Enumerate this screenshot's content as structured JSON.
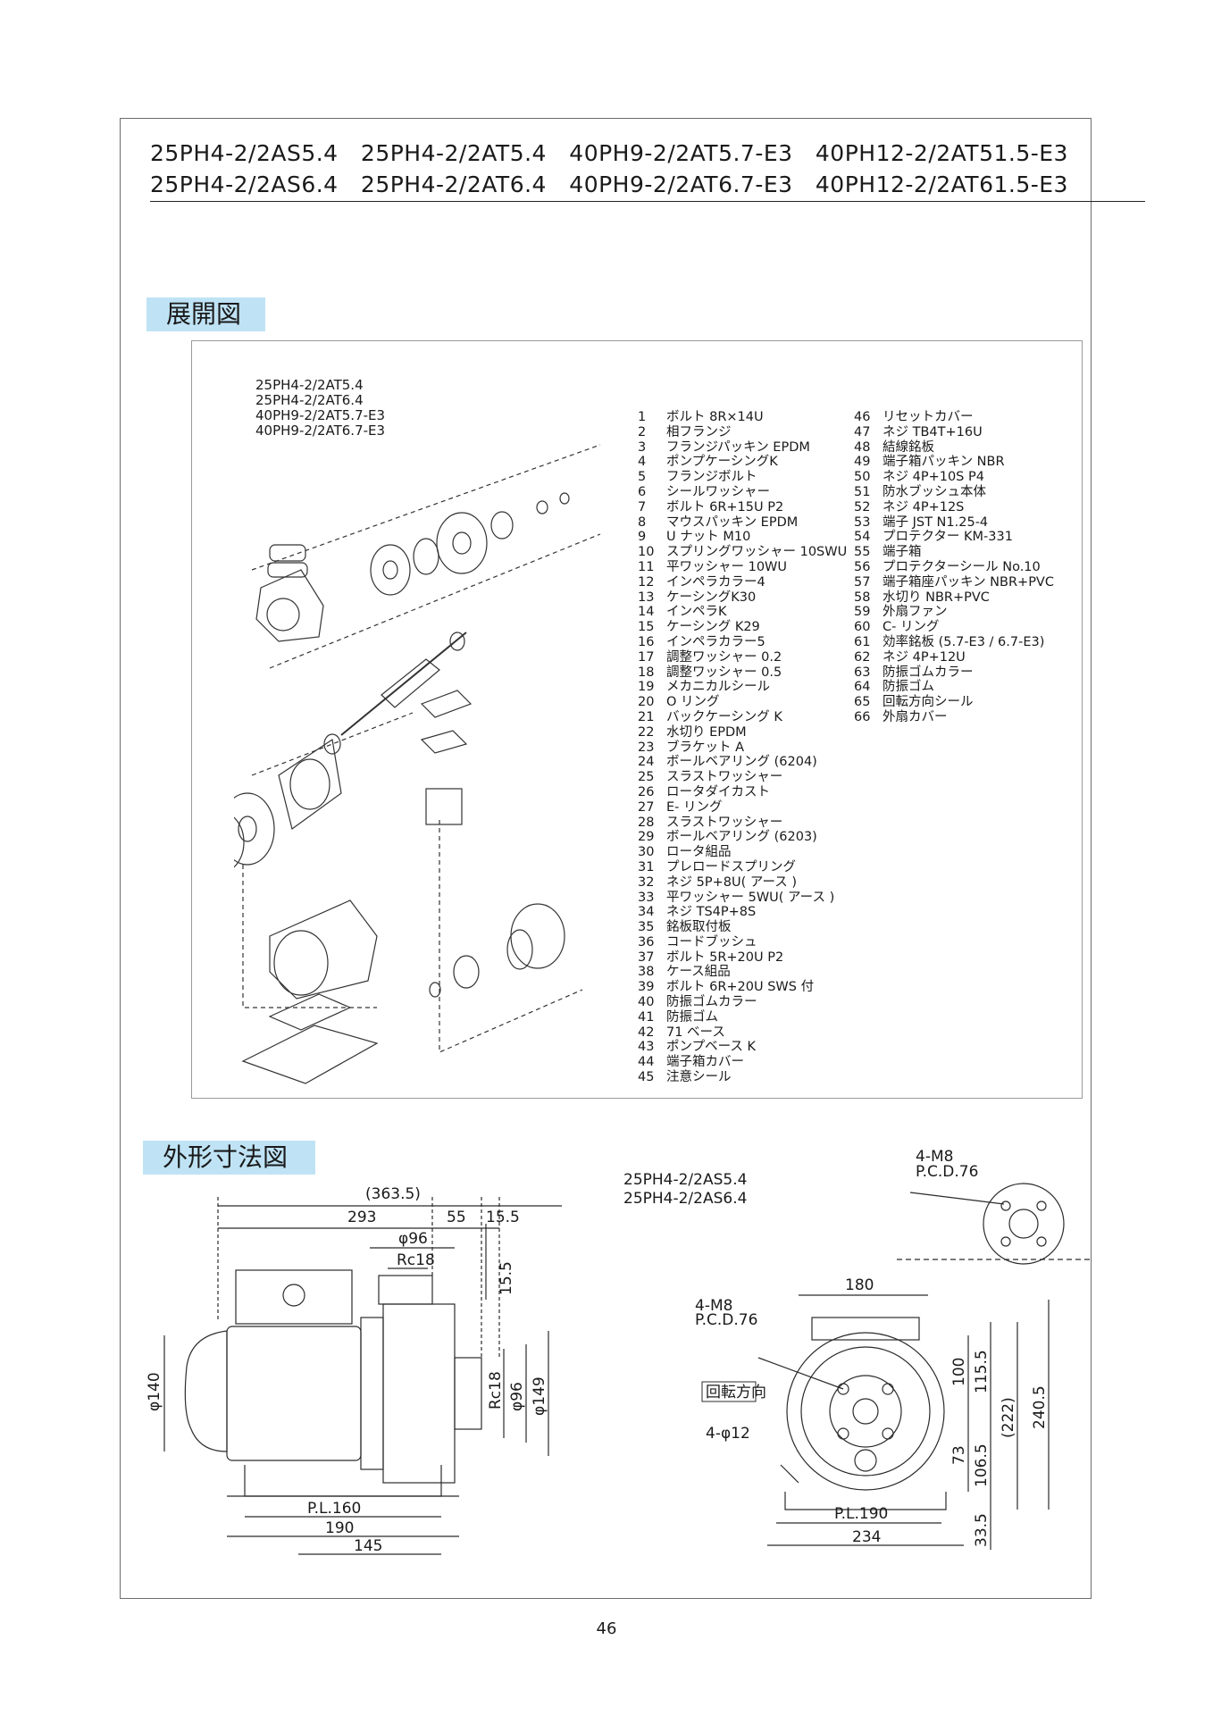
{
  "header": {
    "row1": "25PH4-2/2AS5.4   25PH4-2/2AT5.4   40PH9-2/2AT5.7-E3   40PH12-2/2AT51.5-E3",
    "row2": "25PH4-2/2AS6.4   25PH4-2/2AT6.4   40PH9-2/2AT6.7-E3   40PH12-2/2AT61.5-E3"
  },
  "exploded": {
    "title": "展開図",
    "models": [
      "25PH4-2/2AT5.4",
      "25PH4-2/2AT6.4",
      "40PH9-2/2AT5.7-E3",
      "40PH9-2/2AT6.7-E3"
    ],
    "parts_left": [
      {
        "no": "1",
        "name": "ボルト 8R×14U"
      },
      {
        "no": "2",
        "name": "相フランジ"
      },
      {
        "no": "3",
        "name": "フランジパッキン EPDM"
      },
      {
        "no": "4",
        "name": "ポンプケーシングK"
      },
      {
        "no": "5",
        "name": "フランジボルト"
      },
      {
        "no": "6",
        "name": "シールワッシャー"
      },
      {
        "no": "7",
        "name": "ボルト 6R+15U P2"
      },
      {
        "no": "8",
        "name": "マウスパッキン EPDM"
      },
      {
        "no": "9",
        "name": "U ナット M10"
      },
      {
        "no": "10",
        "name": "スプリングワッシャー 10SWU"
      },
      {
        "no": "11",
        "name": "平ワッシャー 10WU"
      },
      {
        "no": "12",
        "name": "インペラカラー4"
      },
      {
        "no": "13",
        "name": "ケーシングK30"
      },
      {
        "no": "14",
        "name": "インペラK"
      },
      {
        "no": "15",
        "name": "ケーシング K29"
      },
      {
        "no": "16",
        "name": "インペラカラー5"
      },
      {
        "no": "17",
        "name": "調整ワッシャー 0.2"
      },
      {
        "no": "18",
        "name": "調整ワッシャー 0.5"
      },
      {
        "no": "19",
        "name": "メカニカルシール"
      },
      {
        "no": "20",
        "name": "O リング"
      },
      {
        "no": "21",
        "name": "バックケーシング K"
      },
      {
        "no": "22",
        "name": "水切り EPDM"
      },
      {
        "no": "23",
        "name": "ブラケット A"
      },
      {
        "no": "24",
        "name": "ボールベアリング (6204)"
      },
      {
        "no": "25",
        "name": "スラストワッシャー"
      },
      {
        "no": "26",
        "name": "ロータダイカスト"
      },
      {
        "no": "27",
        "name": "E- リング"
      },
      {
        "no": "28",
        "name": "スラストワッシャー"
      },
      {
        "no": "29",
        "name": "ボールベアリング (6203)"
      },
      {
        "no": "30",
        "name": "ロータ組品"
      },
      {
        "no": "31",
        "name": "プレロードスプリング"
      },
      {
        "no": "32",
        "name": "ネジ 5P+8U( アース )"
      },
      {
        "no": "33",
        "name": "平ワッシャー 5WU( アース )"
      },
      {
        "no": "34",
        "name": "ネジ TS4P+8S"
      },
      {
        "no": "35",
        "name": "銘板取付板"
      },
      {
        "no": "36",
        "name": "コードブッシュ"
      },
      {
        "no": "37",
        "name": "ボルト 5R+20U P2"
      },
      {
        "no": "38",
        "name": "ケース組品"
      },
      {
        "no": "39",
        "name": "ボルト 6R+20U SWS 付"
      },
      {
        "no": "40",
        "name": "防振ゴムカラー"
      },
      {
        "no": "41",
        "name": "防振ゴム"
      },
      {
        "no": "42",
        "name": "71 ベース"
      },
      {
        "no": "43",
        "name": "ポンプベース K"
      },
      {
        "no": "44",
        "name": "端子箱カバー"
      },
      {
        "no": "45",
        "name": "注意シール"
      }
    ],
    "parts_right": [
      {
        "no": "46",
        "name": "リセットカバー"
      },
      {
        "no": "47",
        "name": "ネジ TB4T+16U"
      },
      {
        "no": "48",
        "name": "結線銘板"
      },
      {
        "no": "49",
        "name": "端子箱パッキン NBR"
      },
      {
        "no": "50",
        "name": "ネジ 4P+10S P4"
      },
      {
        "no": "51",
        "name": "防水ブッシュ本体"
      },
      {
        "no": "52",
        "name": "ネジ 4P+12S"
      },
      {
        "no": "53",
        "name": "端子 JST N1.25-4"
      },
      {
        "no": "54",
        "name": "プロテクター KM-331"
      },
      {
        "no": "55",
        "name": "端子箱"
      },
      {
        "no": "56",
        "name": "プロテクターシール No.10"
      },
      {
        "no": "57",
        "name": "端子箱座パッキン NBR+PVC"
      },
      {
        "no": "58",
        "name": "水切り NBR+PVC"
      },
      {
        "no": "59",
        "name": "外扇ファン"
      },
      {
        "no": "60",
        "name": "C- リング"
      },
      {
        "no": "61",
        "name": "効率銘板 (5.7-E3 / 6.7-E3)"
      },
      {
        "no": "62",
        "name": "ネジ 4P+12U"
      },
      {
        "no": "63",
        "name": "防振ゴムカラー"
      },
      {
        "no": "64",
        "name": "防振ゴム"
      },
      {
        "no": "65",
        "name": "回転方向シール"
      },
      {
        "no": "66",
        "name": "外扇カバー"
      }
    ]
  },
  "dimensions": {
    "title": "外形寸法図",
    "models": [
      "25PH4-2/2AS5.4",
      "25PH4-2/2AS6.4"
    ],
    "side": {
      "overall": "(363.5)",
      "d293": "293",
      "d55": "55",
      "d155": "15.5",
      "phi96_top": "φ96",
      "rc18_top": "Rc18",
      "d155_vert": "15.5",
      "phi140": "φ140",
      "phi96_side": "φ96",
      "phi149": "φ149",
      "rc18_side": "Rc18",
      "pl160": "P.L.160",
      "d190": "190",
      "d145": "145"
    },
    "front": {
      "bolt_top": "4-M8",
      "pcd_top": "P.C.D.76",
      "bolt_front": "4-M8",
      "pcd_front": "P.C.D.76",
      "d180": "180",
      "rotation": "回転方向",
      "holes": "4-φ12",
      "d100": "100",
      "d1155": "115.5",
      "d222": "(222)",
      "d2405": "240.5",
      "d73": "73",
      "d1065": "106.5",
      "d335": "33.5",
      "pl190": "P.L.190",
      "d234": "234"
    }
  },
  "page_number": "46"
}
